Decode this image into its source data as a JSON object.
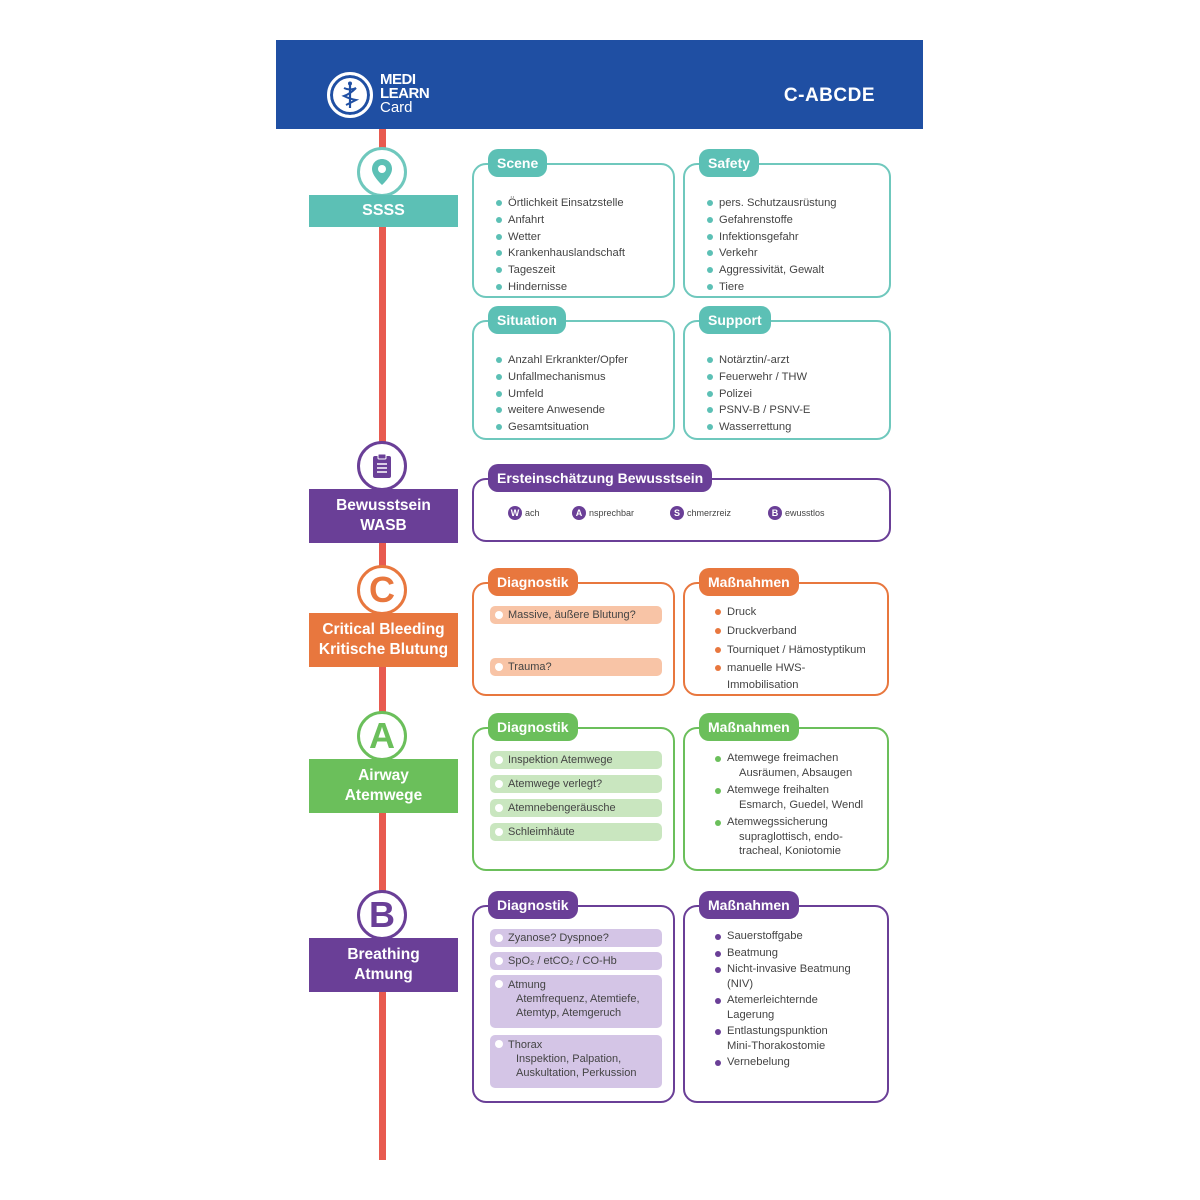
{
  "header": {
    "logo_line1": "MEDI",
    "logo_line2": "LEARN",
    "logo_line3": "Card",
    "title": "C-ABCDE"
  },
  "colors": {
    "header_blue": "#1f4fa3",
    "timeline_red": "#e85a4f",
    "teal": "#5cc0b5",
    "purple": "#6a3f97",
    "orange": "#e8773e",
    "green": "#6bbf5b"
  },
  "sections": {
    "ssss": {
      "icon": "map-pin-icon",
      "label": "SSSS",
      "scene": {
        "title": "Scene",
        "items": [
          "Örtlichkeit Einsatzstelle",
          "Anfahrt",
          "Wetter",
          "Krankenhauslandschaft",
          "Tageszeit",
          "Hindernisse"
        ]
      },
      "safety": {
        "title": "Safety",
        "items": [
          "pers. Schutzausrüstung",
          "Gefahrenstoffe",
          "Infektionsgefahr",
          "Verkehr",
          "Aggressivität, Gewalt",
          "Tiere"
        ]
      },
      "situation": {
        "title": "Situation",
        "items": [
          "Anzahl Erkrankter/Opfer",
          "Unfallmechanismus",
          "Umfeld",
          "weitere Anwesende",
          "Gesamtsituation"
        ]
      },
      "support": {
        "title": "Support",
        "items": [
          "Notärztin/-arzt",
          "Feuerwehr / THW",
          "Polizei",
          "PSNV-B / PSNV-E",
          "Wasserrettung"
        ]
      }
    },
    "wasb": {
      "icon": "clipboard-icon",
      "label1": "Bewusstsein",
      "label2": "WASB",
      "box_title": "Ersteinschätzung Bewusstsein",
      "scale": [
        {
          "letter": "W",
          "rest": "ach"
        },
        {
          "letter": "A",
          "rest": "nsprechbar"
        },
        {
          "letter": "S",
          "rest": "chmerzreiz"
        },
        {
          "letter": "B",
          "rest": "ewusstlos"
        }
      ]
    },
    "c": {
      "letter": "C",
      "label1": "Critical Bleeding",
      "label2": "Kritische Blutung",
      "diag_title": "Diagnostik",
      "diag_items": [
        "Massive, äußere Blutung?",
        "Trauma?"
      ],
      "mass_title": "Maßnahmen",
      "mass_items": [
        "Druck",
        "Druckverband",
        "Tourniquet / Hämostyptikum",
        "manuelle HWS-",
        "Immobilisation"
      ]
    },
    "a": {
      "letter": "A",
      "label1": "Airway",
      "label2": "Atemwege",
      "diag_title": "Diagnostik",
      "diag_items": [
        "Inspektion Atemwege",
        "Atemwege verlegt?",
        "Atemnebengeräusche",
        "Schleimhäute"
      ],
      "mass_title": "Maßnahmen",
      "mass_items": [
        {
          "main": "Atemwege freimachen",
          "sub": [
            "Ausräumen, Absaugen"
          ]
        },
        {
          "main": "Atemwege freihalten",
          "sub": [
            "Esmarch, Guedel, Wendl"
          ]
        },
        {
          "main": "Atemwegssicherung",
          "sub": [
            "supraglottisch, endo-",
            "tracheal, Koniotomie"
          ]
        }
      ]
    },
    "b": {
      "letter": "B",
      "label1": "Breathing",
      "label2": "Atmung",
      "diag_title": "Diagnostik",
      "diag_items": [
        {
          "main": "Zyanose? Dyspnoe?",
          "sub": []
        },
        {
          "main": "SpO₂ / etCO₂ / CO-Hb",
          "sub": []
        },
        {
          "main": "Atmung",
          "sub": [
            "Atemfrequenz, Atemtiefe,",
            "Atemtyp, Atemgeruch"
          ]
        },
        {
          "main": "Thorax",
          "sub": [
            "Inspektion, Palpation,",
            "Auskultation, Perkussion"
          ]
        }
      ],
      "mass_title": "Maßnahmen",
      "mass_items": [
        "Sauerstoffgabe",
        "Beatmung",
        "Nicht-invasive Beatmung",
        "(NIV)",
        "Atemerleichternde",
        "Lagerung",
        "Entlastungspunktion",
        "Mini-Thorakostomie",
        "Vernebelung"
      ]
    }
  }
}
